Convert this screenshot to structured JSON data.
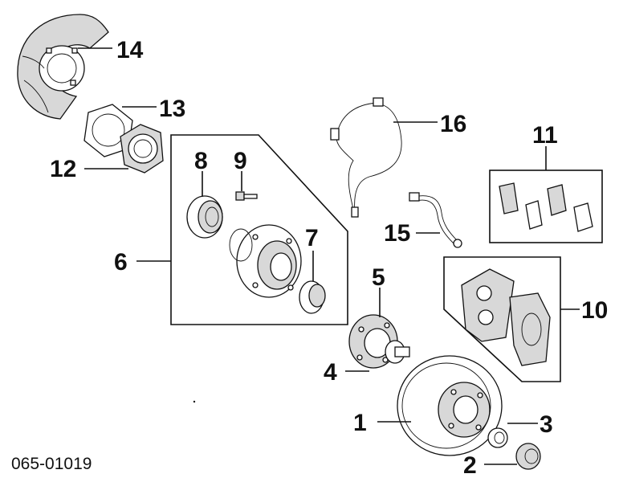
{
  "figure_code": "065-01019",
  "callouts": {
    "c1": "1",
    "c2": "2",
    "c3": "3",
    "c4": "4",
    "c5": "5",
    "c6": "6",
    "c7": "7",
    "c8": "8",
    "c9": "9",
    "c10": "10",
    "c11": "11",
    "c12": "12",
    "c13": "13",
    "c14": "14",
    "c15": "15",
    "c16": "16"
  }
}
